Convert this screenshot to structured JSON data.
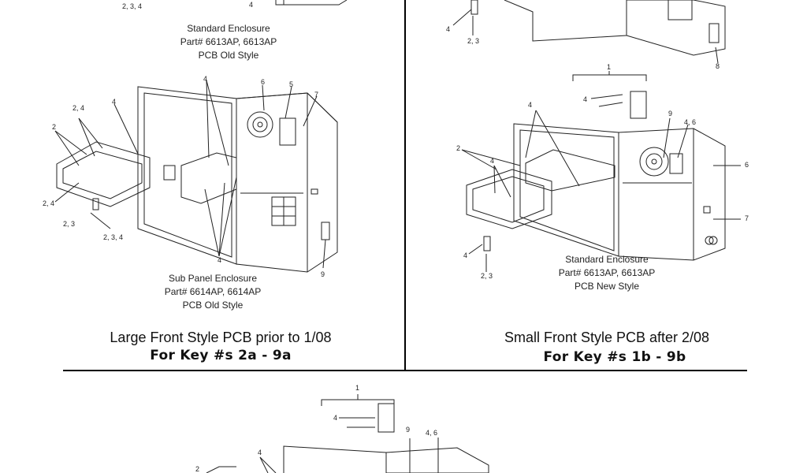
{
  "panel_top_left": {
    "caption_line1": "Standard Enclosure",
    "caption_line2": "Part# 6613AP, 6613AP",
    "caption_line3": "PCB Old Style",
    "callouts": [
      "2, 3, 4",
      "4"
    ]
  },
  "panel_mid_left": {
    "caption_line1": "Sub Panel Enclosure",
    "caption_line2": "Part# 6614AP, 6614AP",
    "caption_line3": "PCB Old Style",
    "heading": "Large Front Style PCB prior to 1/08",
    "key_label": "For Key #s 2a - 9a",
    "callouts": [
      "4",
      "6",
      "5",
      "7",
      "2, 4",
      "4",
      "2",
      "2, 4",
      "2, 3",
      "2, 3, 4",
      "4",
      "9"
    ]
  },
  "panel_top_right": {
    "callouts": [
      "4",
      "2, 3",
      "8"
    ]
  },
  "panel_mid_right": {
    "caption_line1": "Standard Enclosure",
    "caption_line2": "Part# 6613AP, 6613AP",
    "caption_line3": "PCB New Style",
    "heading": "Small Front Style PCB after 2/08",
    "key_label": "For Key #s 1b - 9b",
    "callouts": [
      "1",
      "4",
      "4",
      "9",
      "4, 6",
      "2",
      "4",
      "6",
      "7",
      "4",
      "2, 3"
    ]
  },
  "panel_bottom": {
    "callouts": [
      "1",
      "4",
      "9",
      "4, 6",
      "4",
      "2"
    ]
  }
}
